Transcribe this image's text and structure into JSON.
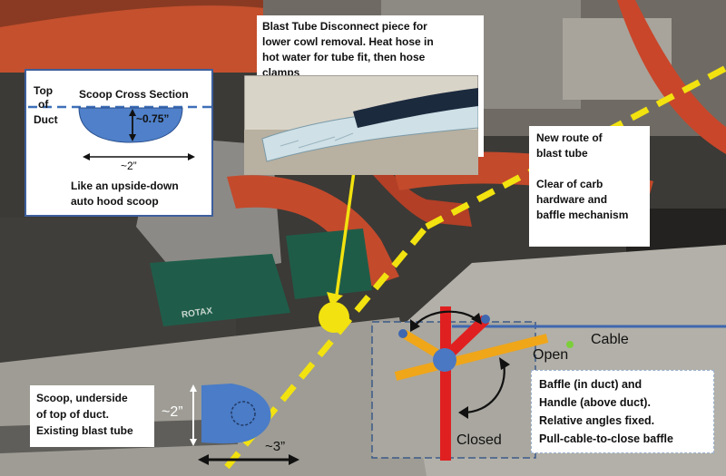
{
  "inset": {
    "title": "Scoop Cross Section",
    "top_label_1": "Top",
    "top_label_2": "of",
    "top_label_3": "Duct",
    "depth_label": "~0.75”",
    "width_label": "~2”",
    "caption_1": "Like an upside-down",
    "caption_2": "auto hood scoop"
  },
  "blast_tube_note": {
    "line_1": "Blast Tube Disconnect piece for",
    "line_2": "lower cowl removal. Heat hose in",
    "line_3": "hot water for tube fit, then hose",
    "line_4": "clamps"
  },
  "route_note": {
    "line_1": "New route of",
    "line_2": "blast tube",
    "line_3": "Clear of carb",
    "line_4": "hardware and",
    "line_5": "baffle mechanism"
  },
  "scoop_note": {
    "line_1": "Scoop, underside",
    "line_2": "of top of duct.",
    "line_3": "Existing blast tube"
  },
  "scoop_dims": {
    "height_label": "~2”",
    "width_label": "~3”"
  },
  "baffle": {
    "open_label": "Open",
    "closed_label": "Closed",
    "cable_label": "Cable"
  },
  "baffle_note": {
    "line_1": "Baffle (in duct) and",
    "line_2": "Handle (above duct).",
    "line_3": "Relative angles fixed.",
    "line_4": "Pull-cable-to-close baffle"
  },
  "engine_text": "ROTAX"
}
